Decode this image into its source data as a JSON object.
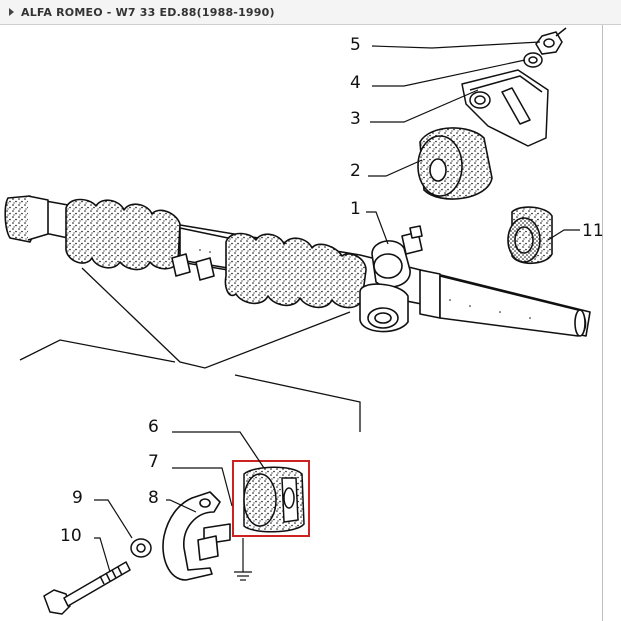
{
  "header": {
    "title": "ALFA ROMEO - W7 33 ED.88(1988-1990)",
    "expand_icon": "triangle-right-icon"
  },
  "diagram": {
    "callouts": [
      "5",
      "4",
      "3",
      "2",
      "1",
      "11",
      "6",
      "7",
      "9",
      "8",
      "10"
    ],
    "highlight_color": "#cc2222"
  }
}
